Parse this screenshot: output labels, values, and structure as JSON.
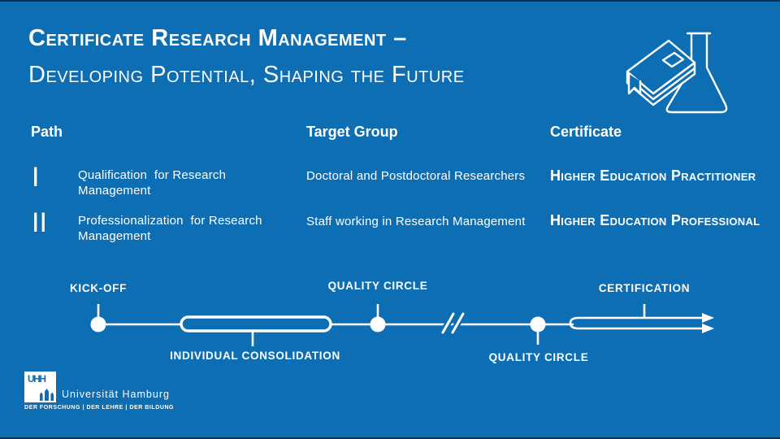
{
  "slide": {
    "title_line1": "Certificate Research Management –",
    "title_line2": "Developing Potential, Shaping the Future"
  },
  "columns": {
    "path_header": "Path",
    "target_group_header": "Target Group",
    "certificate_header": "Certificate",
    "rows": [
      {
        "numeral": "I",
        "path": "Qualification  for Research\nManagement",
        "target_group": "Doctoral and Postdoctoral Researchers",
        "certificate": "Higher Education Practitioner"
      },
      {
        "numeral": "II",
        "path": "Professionalization  for Research\nManagement",
        "target_group": "Staff working in Research Management",
        "certificate": "Higher Education Professional"
      }
    ]
  },
  "timeline": {
    "kick_off": "KICK-OFF",
    "quality_circle_1": "QUALITY CIRCLE",
    "individual_consolidation": "INDIVIDUAL CONSOLIDATION",
    "quality_circle_2": "QUALITY CIRCLE",
    "certification": "CERTIFICATION"
  },
  "logo": {
    "monogram": "UHH",
    "university_name": "Universität Hamburg",
    "tagline": "DER FORSCHUNG | DER LEHRE | DER BILDUNG"
  },
  "colors": {
    "background": "#0D6EB4",
    "foreground": "#FFFFFF"
  },
  "icons": {
    "header": "book-and-flask-icon",
    "logo": "hamburg-castle-icon"
  }
}
